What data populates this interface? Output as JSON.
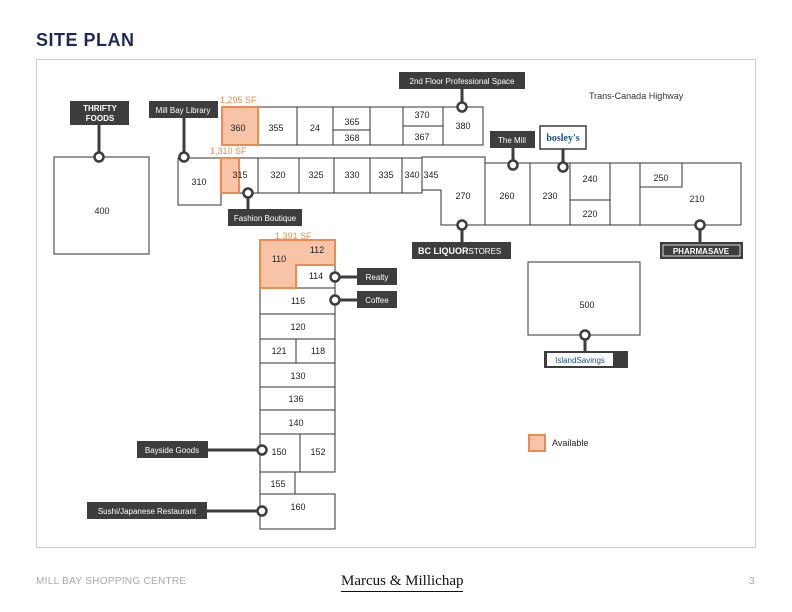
{
  "page": {
    "title": "SITE PLAN",
    "footer_left": "MILL BAY SHOPPING CENTRE",
    "footer_logo": "Marcus & Millichap",
    "footer_page": "3"
  },
  "colors": {
    "available_fill": "#f8c4a8",
    "available_stroke": "#ee8a4e",
    "available_text": "#ee8a4e",
    "callout_bg": "#3d3d3d",
    "title": "#1f2a5a"
  },
  "highway_label": "Trans-Canada Highway",
  "legend": {
    "label": "Available"
  },
  "sf_labels": [
    "1,295 SF",
    "1,310 SF",
    "1,391 SF"
  ],
  "units": [
    "400",
    "310",
    "360",
    "355",
    "24",
    "365",
    "368",
    "370",
    "367",
    "380",
    "315",
    "320",
    "325",
    "330",
    "335",
    "340",
    "345",
    "270",
    "260",
    "230",
    "240",
    "220",
    "250",
    "210",
    "110",
    "112",
    "114",
    "116",
    "120",
    "121",
    "118",
    "130",
    "136",
    "140",
    "150",
    "152",
    "155",
    "160",
    "500"
  ],
  "callouts": [
    "Mill Bay Library",
    "2nd Floor Professional Space",
    "The Mill",
    "Fashion Boutique",
    "Realty",
    "Coffee",
    "Bayside Goods",
    "Sushi/Japanese Restaurant"
  ],
  "logos": [
    "THRIFTY",
    "FOODS",
    "BC LIQUOR",
    "STORES",
    "PHARMASAVE",
    "bosley's",
    "IslandSavings"
  ]
}
